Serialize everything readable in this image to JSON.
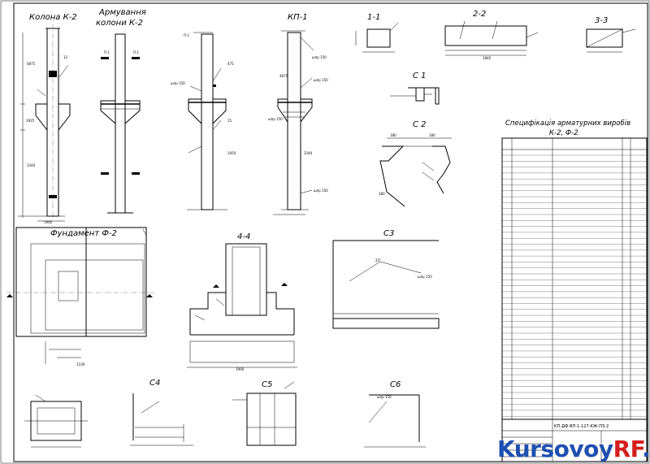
{
  "titles": {
    "column": "Колона К-2",
    "reinforcement_l1": "Армування",
    "reinforcement_l2": "колони К-2",
    "kp": "КП-1",
    "s11": "1-1",
    "s22": "2-2",
    "s33": "3-3",
    "c1": "С 1",
    "c2": "С 2",
    "c3": "С3",
    "c4": "С4",
    "c5": "С5",
    "c6": "С6",
    "foundation": "Фундамент Ф-2",
    "s44": "4-4"
  },
  "spec": {
    "title_l1": "Специфікація арматурних виробів",
    "title_l2": "К-2, Ф-2",
    "footer_code": "КП-ДФ-ВП-1-127-КЖ-ПЗ-2"
  },
  "watermark": {
    "part1": "Kursovoy",
    "part2": "RF",
    "part3": ".ru",
    "color_main": "#1f4fb0",
    "color_accent": "#d3201f"
  }
}
